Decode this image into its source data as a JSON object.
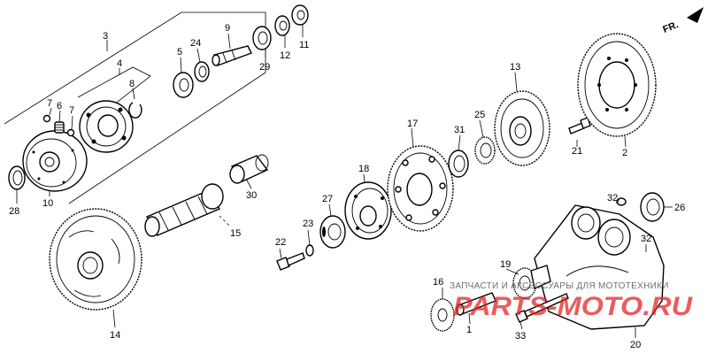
{
  "diagram": {
    "direction_label": "FR.",
    "watermark_text": "ЗАПЧАСТИ И АКСЕССУАРЫ ДЛЯ МОТОТЕХНИКИ",
    "watermark_logo": "PARTS-MOTO.RU",
    "callouts": [
      "1",
      "2",
      "3",
      "4",
      "5",
      "6",
      "7",
      "7",
      "8",
      "9",
      "10",
      "11",
      "12",
      "13",
      "14",
      "15",
      "16",
      "17",
      "18",
      "19",
      "20",
      "21",
      "22",
      "23",
      "24",
      "25",
      "26",
      "27",
      "28",
      "29",
      "30",
      "31",
      "32",
      "32",
      "33"
    ]
  }
}
